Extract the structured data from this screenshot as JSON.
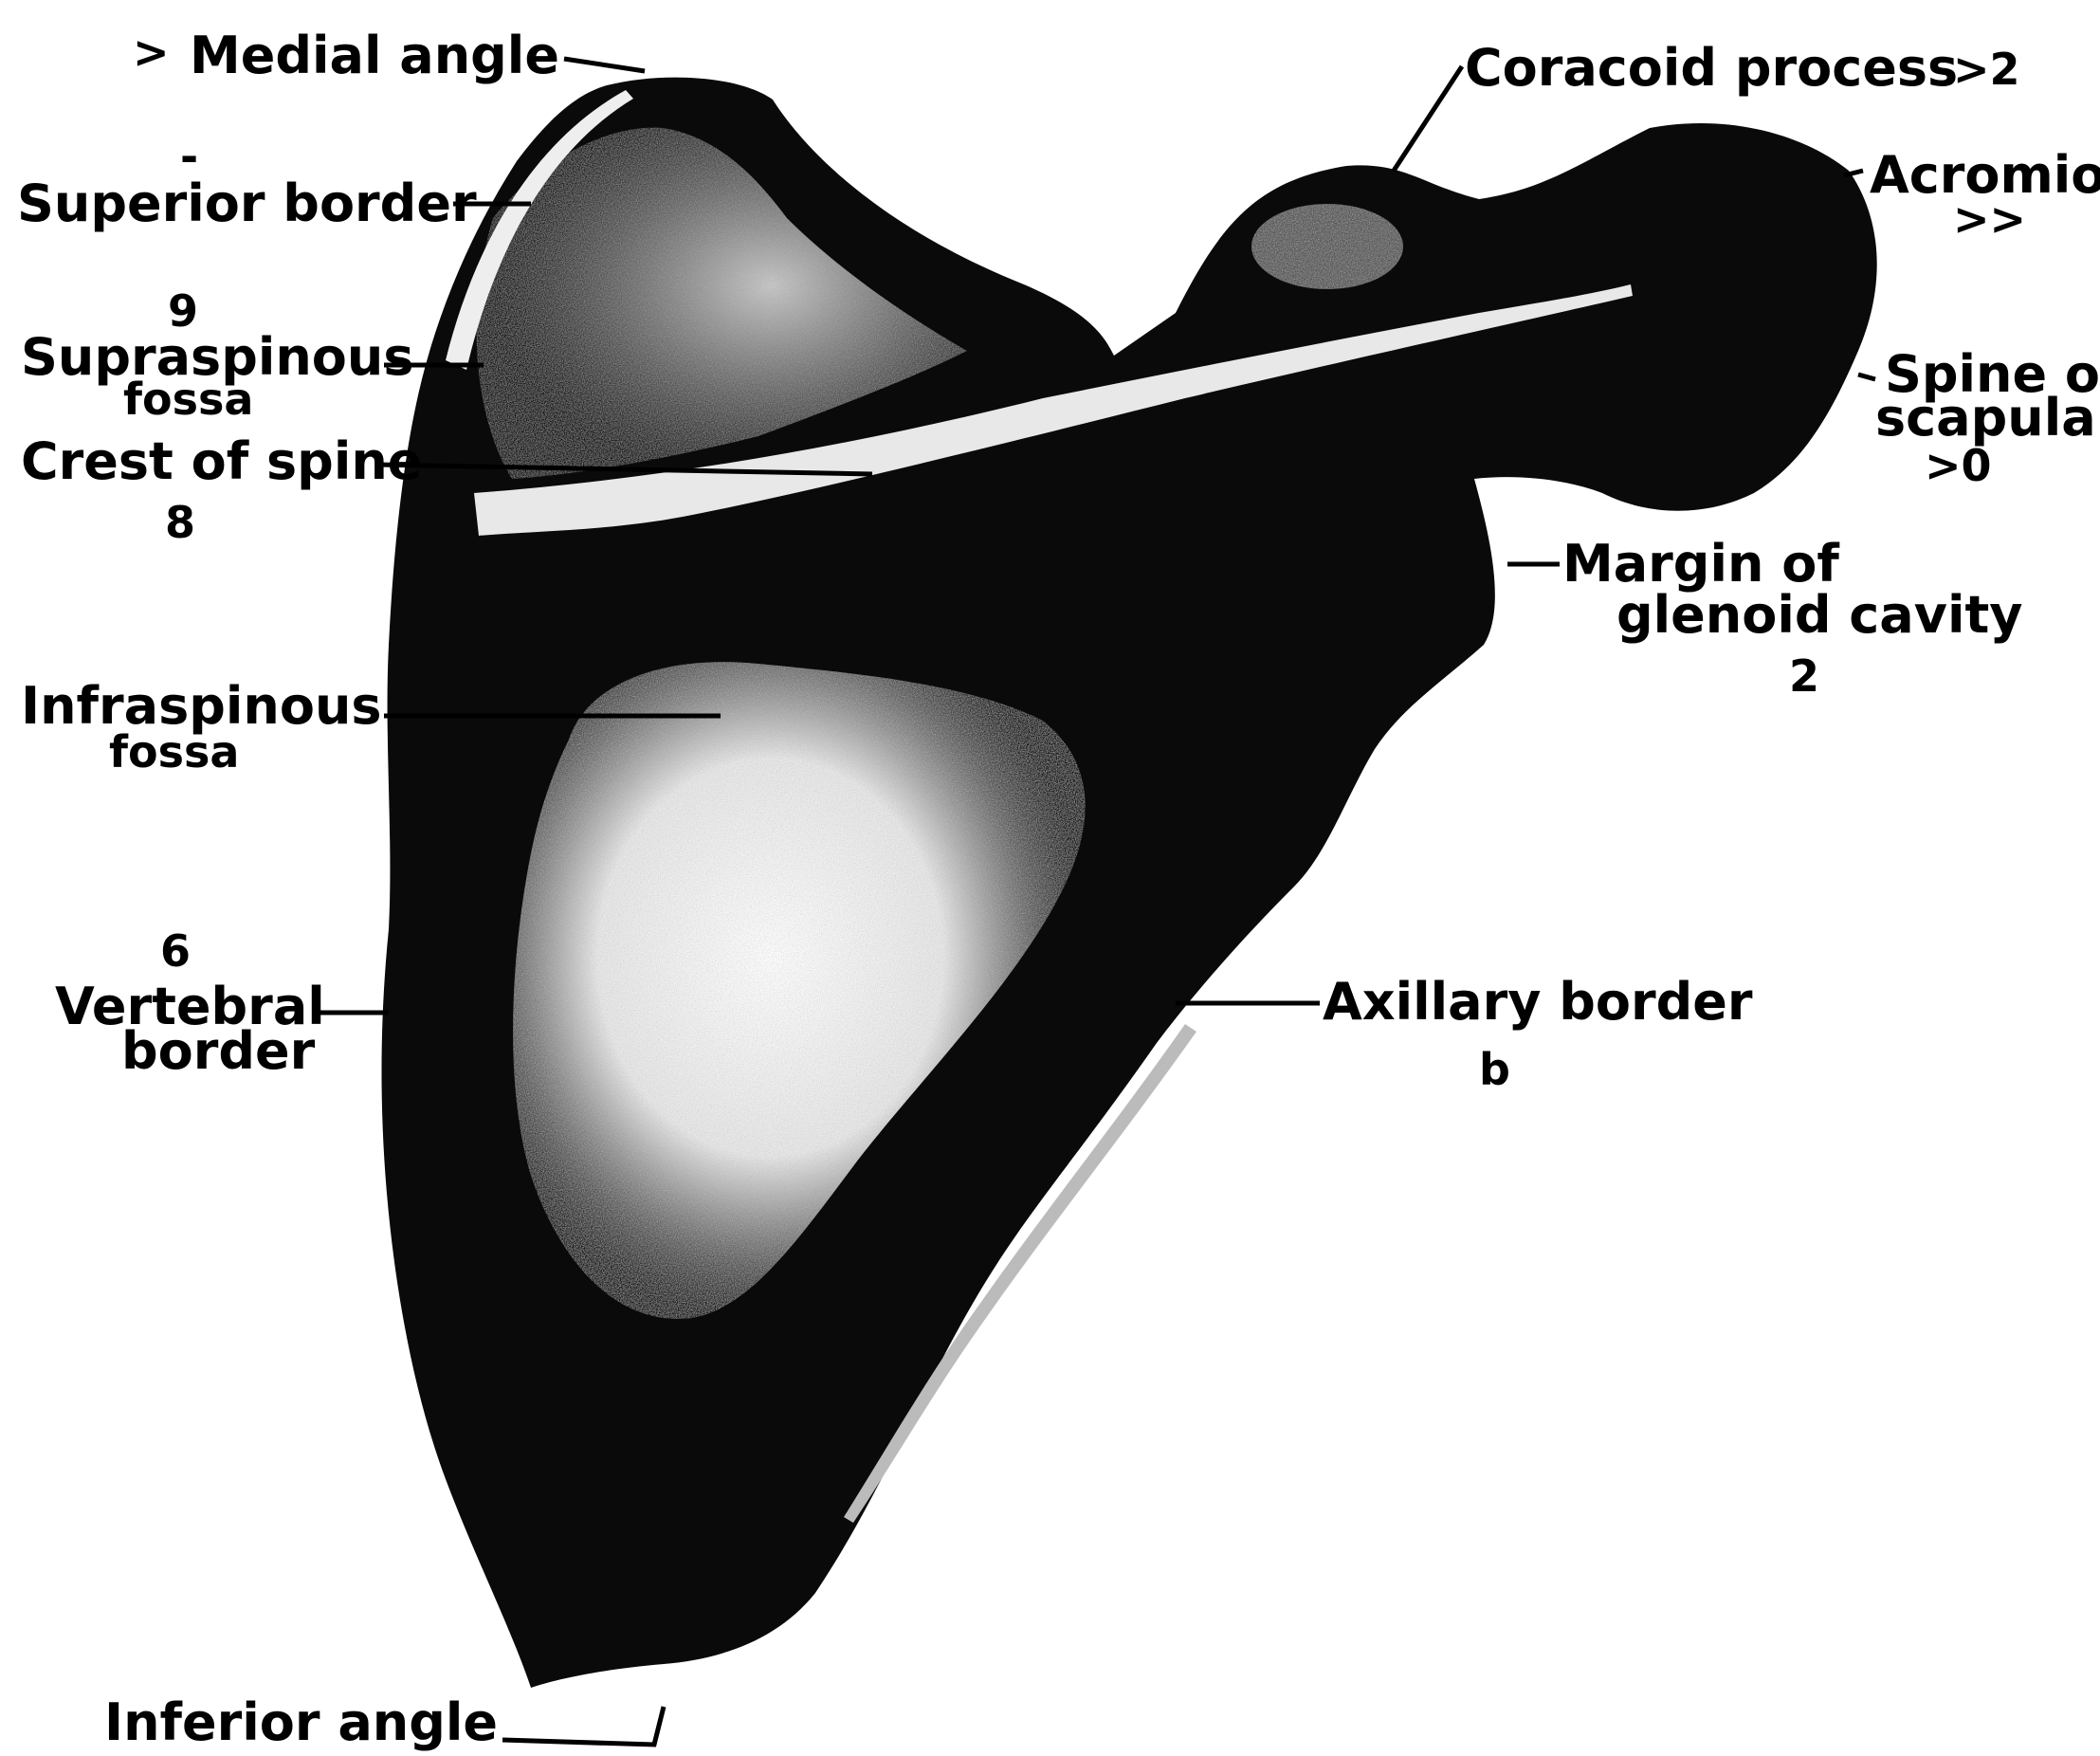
{
  "colors": {
    "ink": "#000000",
    "paper": "#ffffff",
    "shade": "#1a1a1a",
    "highlight": "#f2f2f2"
  },
  "labels": {
    "medial_angle": "Medial angle",
    "superior_border": "Superior border",
    "supraspinous_line1": "Supraspinous",
    "supraspinous_line2": "fossa",
    "crest_of_spine": "Crest of spine",
    "infraspinous_line1": "Infraspinous",
    "infraspinous_line2": "fossa",
    "vertebral_line1": "Vertebral",
    "vertebral_line2": "border",
    "inferior_angle": "Inferior angle",
    "coracoid_process": "Coracoid process",
    "acromion": "Acromion",
    "spine_line1": "Spine of",
    "spine_line2": "scapula",
    "glenoid_line1": "Margin of",
    "glenoid_line2": "glenoid cavity",
    "axillary_border": "Axillary border"
  },
  "marks": {
    "medial_angle": ">",
    "superior_border": "-",
    "supraspinous": "9",
    "crest_of_spine": "8",
    "vertebral": "6",
    "coracoid": ">2",
    "acromion": ">>",
    "spine": ">0",
    "glenoid": "2",
    "axillary": "b"
  }
}
